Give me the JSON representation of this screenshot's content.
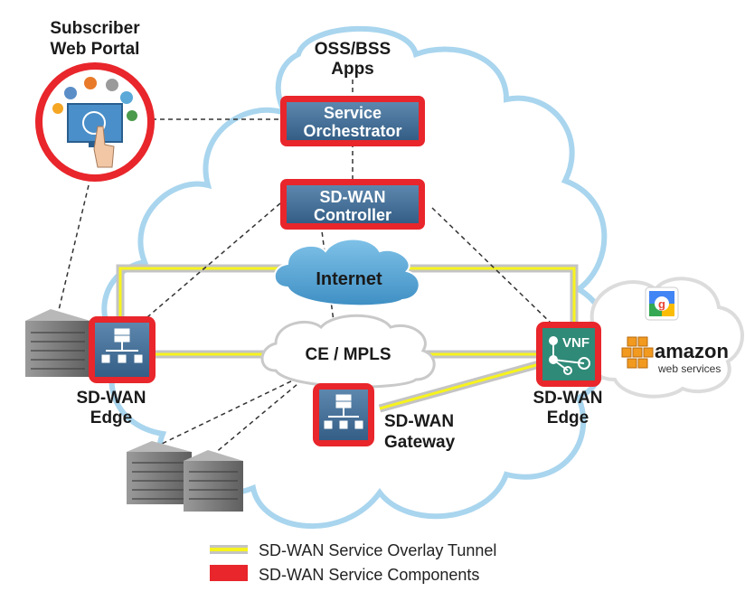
{
  "portal": {
    "label_line1": "Subscriber",
    "label_line2": "Web Portal"
  },
  "apps": {
    "label_line1": "OSS/BSS",
    "label_line2": "Apps"
  },
  "orchestrator": {
    "label_line1": "Service",
    "label_line2": "Orchestrator"
  },
  "controller": {
    "label_line1": "SD-WAN",
    "label_line2": "Controller"
  },
  "internet": {
    "label": "Internet"
  },
  "mpls": {
    "label": "CE / MPLS"
  },
  "edge_left": {
    "label_line1": "SD-WAN",
    "label_line2": "Edge"
  },
  "edge_right": {
    "label_line1": "SD-WAN",
    "label_line2": "Edge",
    "vnf": "VNF"
  },
  "gateway": {
    "label_line1": "SD-WAN",
    "label_line2": "Gateway"
  },
  "cloud_services": {
    "amazon_line1": "amazon",
    "amazon_line2": "web services"
  },
  "legend": {
    "tunnel": "SD-WAN Service Overlay Tunnel",
    "components": "SD-WAN Service Components"
  },
  "colors": {
    "red": "#e8262b",
    "blue_box": "#3e6c96",
    "cloud_stroke": "#a9d5ee",
    "internet_cloud": "#5aa9d8",
    "tunnel_yellow": "#f7f31e",
    "tunnel_gray": "#c4c4c4"
  }
}
